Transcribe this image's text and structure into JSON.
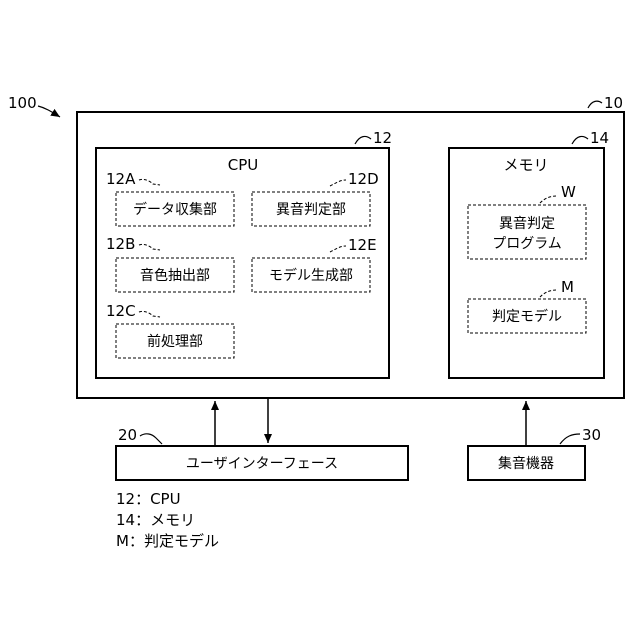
{
  "refs": {
    "r100": "100",
    "r10": "10",
    "r12": "12",
    "r14": "14",
    "r12a": "12A",
    "r12b": "12B",
    "r12c": "12C",
    "r12d": "12D",
    "r12e": "12E",
    "rw": "W",
    "rm": "M",
    "r20": "20",
    "r30": "30"
  },
  "cpu": {
    "title": "CPU",
    "data_collection": "データ収集部",
    "timbre_extraction": "音色抽出部",
    "preprocessing": "前処理部",
    "anomaly_judgment": "異音判定部",
    "model_generation": "モデル生成部"
  },
  "memory": {
    "title": "メモリ",
    "program_line1": "異音判定",
    "program_line2": "プログラム",
    "judgment_model": "判定モデル"
  },
  "user_interface": "ユーザインターフェース",
  "sound_collector": "集音機器",
  "legend": [
    "12：CPU",
    "14：メモリ",
    "M：判定モデル"
  ]
}
